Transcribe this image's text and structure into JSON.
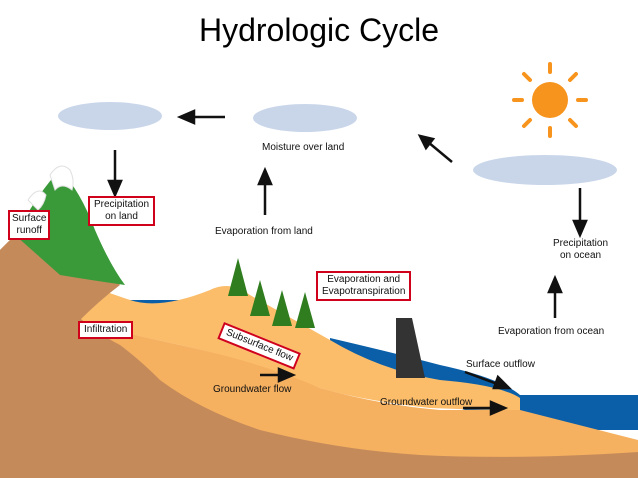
{
  "title": "Hydrologic Cycle",
  "labels": {
    "moisture_over_land": "Moisture over land",
    "precipitation_on_land_1": "Precipitation",
    "precipitation_on_land_2": "on land",
    "evaporation_from_land": "Evaporation from land",
    "precipitation_on_ocean_1": "Precipitation",
    "precipitation_on_ocean_2": "on ocean",
    "surface_runoff_1": "Surface",
    "surface_runoff_2": "runoff",
    "evaporation_and_evapotranspiration_1": "Evaporation and",
    "evaporation_and_evapotranspiration_2": "Evapotranspiration",
    "infiltration": "Infiltration",
    "subsurface_flow": "Subsurface flow",
    "evaporation_from_ocean": "Evaporation from ocean",
    "surface_outflow": "Surface outflow",
    "groundwater_flow": "Groundwater flow",
    "groundwater_outflow": "Groundwater outflow"
  },
  "colors": {
    "sky_cloud": "#c9d6ea",
    "sun": "#f7941d",
    "water": "#0a5fa8",
    "soil_light": "#fbbd6a",
    "soil_dark": "#c48a5a",
    "mountain_green": "#3a9a3a",
    "highlight_box": "#d0021b"
  }
}
